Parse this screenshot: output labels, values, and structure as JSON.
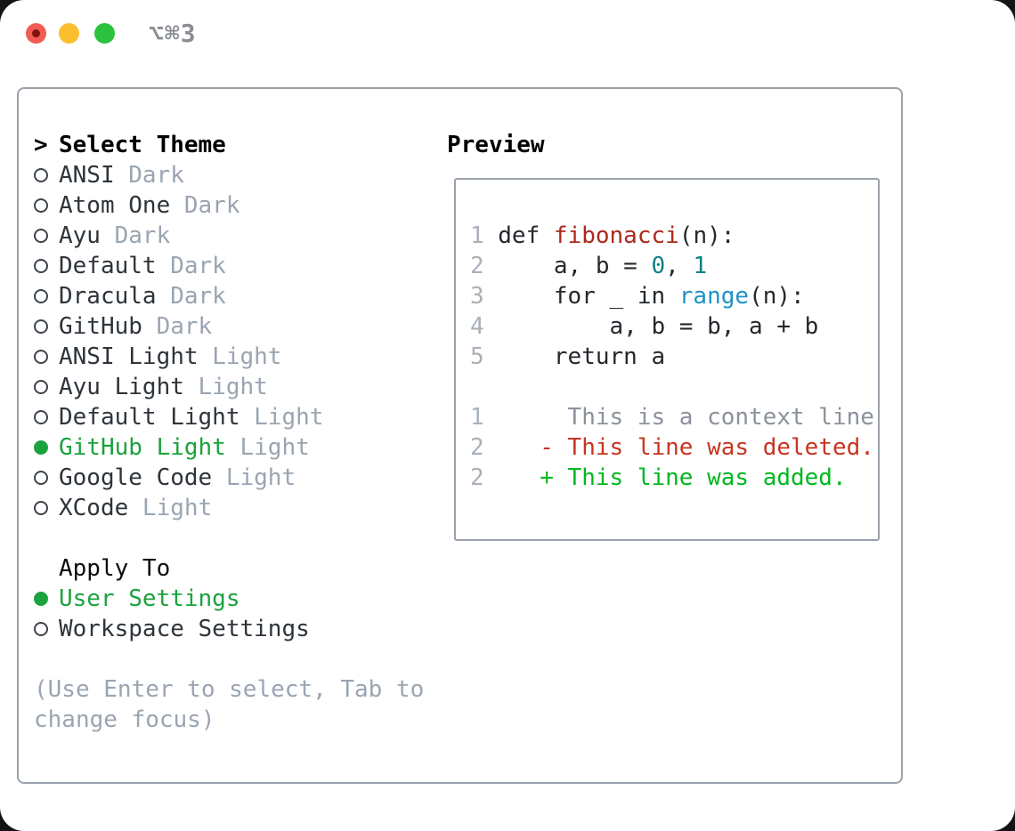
{
  "window": {
    "title": "⌥⌘3",
    "traffic_lights": {
      "close_color": "#f25b53",
      "close_inner_dot_color": "#7c130f",
      "minimize_color": "#fcbe2d",
      "zoom_color": "#2bc23e"
    }
  },
  "theme_panel": {
    "header": {
      "prompt": ">",
      "label": "Select Theme"
    },
    "themes": [
      {
        "name": "ANSI",
        "variant": "Dark",
        "selected": false
      },
      {
        "name": "Atom One",
        "variant": "Dark",
        "selected": false
      },
      {
        "name": "Ayu",
        "variant": "Dark",
        "selected": false
      },
      {
        "name": "Default",
        "variant": "Dark",
        "selected": false
      },
      {
        "name": "Dracula",
        "variant": "Dark",
        "selected": false
      },
      {
        "name": "GitHub",
        "variant": "Dark",
        "selected": false
      },
      {
        "name": "ANSI Light",
        "variant": "Light",
        "selected": false
      },
      {
        "name": "Ayu Light",
        "variant": "Light",
        "selected": false
      },
      {
        "name": "Default Light",
        "variant": "Light",
        "selected": false
      },
      {
        "name": "GitHub Light",
        "variant": "Light",
        "selected": true
      },
      {
        "name": "Google Code",
        "variant": "Light",
        "selected": false
      },
      {
        "name": "XCode",
        "variant": "Light",
        "selected": false
      }
    ],
    "apply_to": {
      "label": "Apply To",
      "options": [
        {
          "label": "User Settings",
          "selected": true
        },
        {
          "label": "Workspace Settings",
          "selected": false
        }
      ]
    },
    "hint_lines": [
      "(Use Enter to select, Tab to",
      "change focus)"
    ]
  },
  "preview": {
    "title": "Preview",
    "lines": [
      {
        "num": "1",
        "segments": [
          {
            "t": "def ",
            "c": "dark"
          },
          {
            "t": "fibonacci",
            "c": "red"
          },
          {
            "t": "(n):",
            "c": "dark"
          }
        ]
      },
      {
        "num": "2",
        "segments": [
          {
            "t": "    a, b = ",
            "c": "dark"
          },
          {
            "t": "0",
            "c": "teal"
          },
          {
            "t": ", ",
            "c": "dark"
          },
          {
            "t": "1",
            "c": "teal"
          }
        ]
      },
      {
        "num": "3",
        "segments": [
          {
            "t": "    for _ in ",
            "c": "dark"
          },
          {
            "t": "range",
            "c": "blue"
          },
          {
            "t": "(n):",
            "c": "dark"
          }
        ]
      },
      {
        "num": "4",
        "segments": [
          {
            "t": "        a, b = b, a + b",
            "c": "dark"
          }
        ]
      },
      {
        "num": "5",
        "segments": [
          {
            "t": "    return a",
            "c": "dark"
          }
        ]
      },
      {
        "num": "",
        "segments": []
      },
      {
        "num": "1",
        "segments": [
          {
            "t": "     This is a context line.",
            "c": "ctx"
          }
        ]
      },
      {
        "num": "2",
        "segments": [
          {
            "t": "   - This line was deleted.",
            "c": "del"
          }
        ]
      },
      {
        "num": "2",
        "segments": [
          {
            "t": "   + This line was added.",
            "c": "add"
          }
        ]
      }
    ]
  },
  "colors": {
    "selection_green": "#1ba33d",
    "diff_added_green": "#00b81f",
    "diff_deleted_red": "#c93420",
    "function_red": "#ab2a1d",
    "number_teal": "#0e7f86",
    "builtin_blue": "#1e93c6",
    "muted_gray": "#9aa5b2",
    "border_gray": "#9aa1ab",
    "code_dark": "#24292e"
  }
}
